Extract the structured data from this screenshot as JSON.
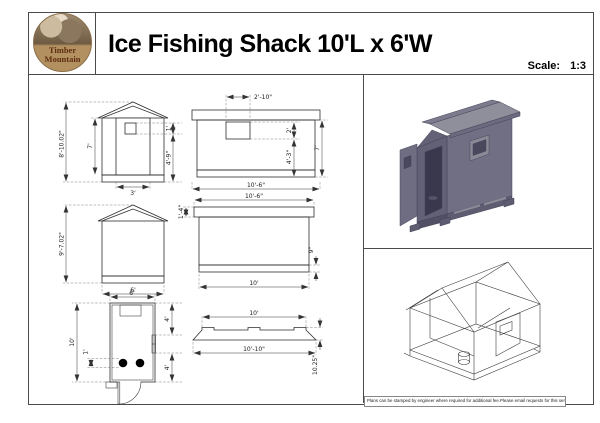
{
  "header": {
    "logo": {
      "line1": "Timber",
      "line2": "Mountain"
    },
    "title": "Ice Fishing Shack 10'L x 6'W",
    "scale_label": "Scale:",
    "scale_value": "1:3"
  },
  "views": {
    "front_elevation": {
      "overall_height": "8'-10.02\"",
      "wall_height": "7'",
      "window_height": "1'",
      "window_sill_height": "4'-9\"",
      "door_width": "3'"
    },
    "side_elevation_window": {
      "window_width": "2'-10\"",
      "window_height": "2'",
      "sill_height": "4'-3\"",
      "wall_height": "7'",
      "roof_length": "10'-6\""
    },
    "rear_elevation": {
      "overall_height": "9'-7.02\"",
      "width": "6'"
    },
    "side_elevation_plain": {
      "roof_length": "10'-6\"",
      "roof_height": "1'-4\"",
      "base_height": "9\"",
      "wall_length": "10'"
    },
    "floor_plan": {
      "width": "6'",
      "length": "10'",
      "hole_diameter": "1'",
      "front_section": "4'",
      "rear_section": "4'"
    },
    "skid_profile": {
      "top_length": "10'",
      "overall_length": "10'-10\"",
      "height": "10.25\""
    }
  },
  "disclaimer": "Plans can be stamped by engineer where required for additional fee.Please email requests for this service",
  "colors": {
    "model_wall": "#6e6c80",
    "model_wall_dark": "#636175",
    "model_roof": "#8f8e9b",
    "model_interior": "#3a384c",
    "logo_band": "#b3905f",
    "logo_text": "#5d2f14"
  }
}
